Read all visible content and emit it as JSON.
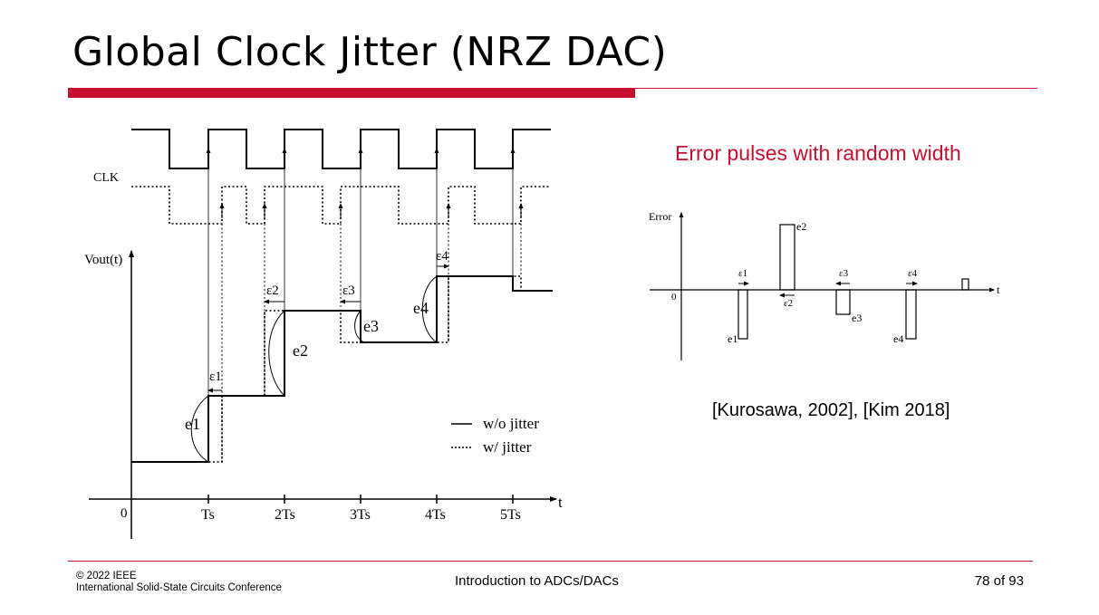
{
  "slide": {
    "title": "Global Clock Jitter (NRZ DAC)",
    "subtitle": "Error pulses with random width",
    "citation": "[Kurosawa, 2002], [Kim 2018]"
  },
  "left_diagram": {
    "clk_label": "CLK",
    "vout_label": "Vout(t)",
    "origin_label": "0",
    "x_axis_label": "t",
    "x_ticks": [
      "Ts",
      "2Ts",
      "3Ts",
      "4Ts",
      "5Ts"
    ],
    "error_labels": [
      "e1",
      "e2",
      "e3",
      "e4"
    ],
    "epsilon_labels": [
      "ε1",
      "ε2",
      "ε3",
      "ε4"
    ],
    "legend": [
      {
        "style": "solid",
        "label": "w/o jitter"
      },
      {
        "style": "dotted",
        "label": "w/ jitter"
      }
    ]
  },
  "right_diagram": {
    "y_axis_label": "Error",
    "x_axis_label": "t",
    "origin_label": "0",
    "pulse_labels": [
      "e1",
      "e2",
      "e3",
      "e4"
    ],
    "epsilon_labels": [
      "ε1",
      "ε2",
      "ε3",
      "ε4"
    ]
  },
  "footer": {
    "copyright_line1": "© 2022 IEEE",
    "copyright_line2": "International Solid-State Circuits Conference",
    "center": "Introduction to ADCs/DACs",
    "page": "78 of 93"
  }
}
